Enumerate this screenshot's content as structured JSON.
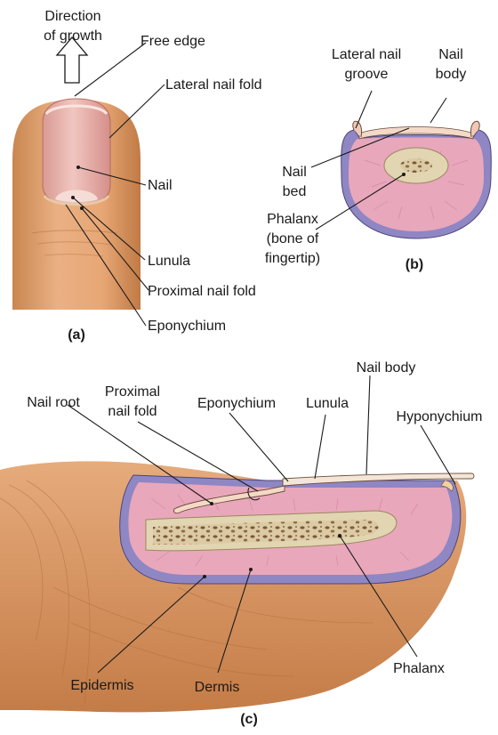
{
  "panel_a": {
    "letter": "(a)",
    "labels": {
      "direction_line1": "Direction",
      "direction_line2": "of growth",
      "free_edge": "Free edge",
      "lateral_nail_fold": "Lateral nail fold",
      "nail": "Nail",
      "lunula": "Lunula",
      "proximal_nail_fold": "Proximal nail fold",
      "eponychium": "Eponychium"
    }
  },
  "panel_b": {
    "letter": "(b)",
    "labels": {
      "lateral_nail_groove_line1": "Lateral nail",
      "lateral_nail_groove_line2": "groove",
      "nail_body_line1": "Nail",
      "nail_body_line2": "body",
      "nail_bed_line1": "Nail",
      "nail_bed_line2": "bed",
      "phalanx_line1": "Phalanx",
      "phalanx_line2": "(bone of",
      "phalanx_line3": "fingertip)"
    }
  },
  "panel_c": {
    "letter": "(c)",
    "labels": {
      "nail_root": "Nail root",
      "proximal_nail_fold_line1": "Proximal",
      "proximal_nail_fold_line2": "nail fold",
      "eponychium": "Eponychium",
      "lunula": "Lunula",
      "nail_body": "Nail body",
      "hyponychium": "Hyponychium",
      "epidermis": "Epidermis",
      "dermis": "Dermis",
      "phalanx": "Phalanx"
    }
  },
  "colors": {
    "skin": "#e3a06c",
    "skin_dark": "#c27a45",
    "nail": "#ebb8b4",
    "dermis": "#e9a7bb",
    "epidermis_band": "#8f86c4",
    "bone": "#dcc9a2"
  }
}
